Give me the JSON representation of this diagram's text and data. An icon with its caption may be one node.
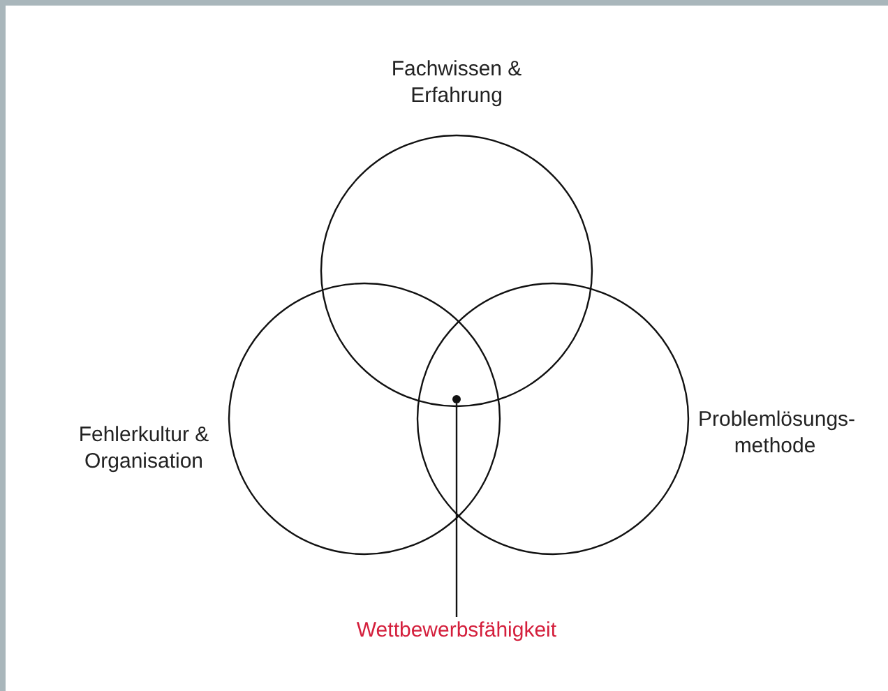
{
  "diagram": {
    "nodes": [
      {
        "text": [
          "Fachwissen & Erfahrung"
        ]
      },
      {
        "text": [
          "Fehlerkultur & Organisation"
        ]
      },
      {
        "text": [
          "Problemlösungs- methode"
        ]
      },
      {
        "text": [
          "Wettbewerbsfähigkeit"
        ]
      },
      {
        "text": [],
        "shape": "circle"
      }
    ],
    "edges": [
      {
        "from": 3,
        "to": 4,
        "arrow": "none"
      }
    ]
  }
}
